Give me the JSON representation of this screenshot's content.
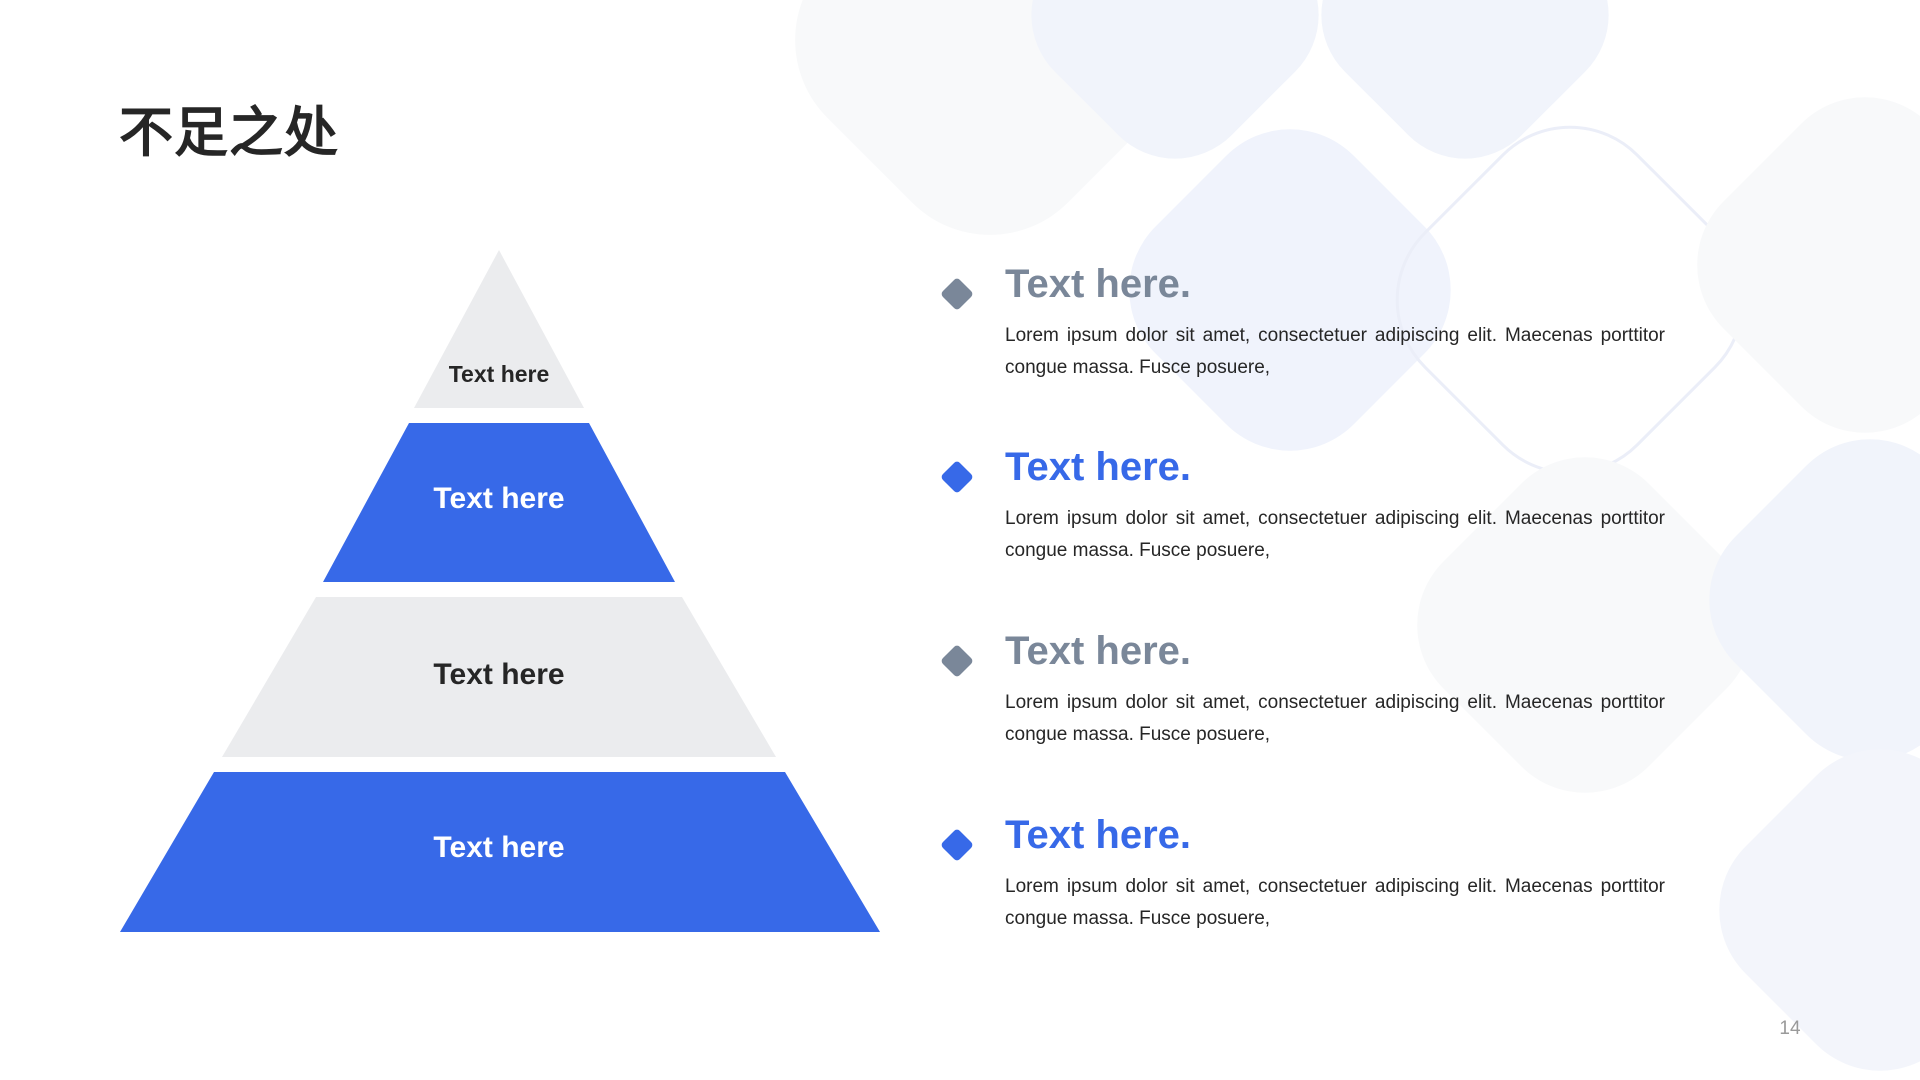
{
  "page": {
    "title": "不足之处",
    "page_number": "14"
  },
  "colors": {
    "accent_blue": "#3769E8",
    "muted_slate": "#7A8799",
    "light_gray": "#EBECEE",
    "dark_text": "#262626"
  },
  "pyramid": {
    "levels": [
      {
        "label": "Text here",
        "fill": "light_gray"
      },
      {
        "label": "Text here",
        "fill": "accent_blue"
      },
      {
        "label": "Text here",
        "fill": "light_gray"
      },
      {
        "label": "Text here",
        "fill": "accent_blue"
      }
    ]
  },
  "items": [
    {
      "title": "Text here.",
      "body": "Lorem ipsum dolor sit amet, consectetuer adipiscing elit. Maecenas porttitor congue massa. Fusce posuere,",
      "color": "muted_slate"
    },
    {
      "title": "Text here.",
      "body": "Lorem ipsum dolor sit amet, consectetuer adipiscing elit. Maecenas porttitor congue massa. Fusce posuere,",
      "color": "accent_blue"
    },
    {
      "title": "Text here.",
      "body": "Lorem ipsum dolor sit amet, consectetuer adipiscing elit. Maecenas porttitor congue massa. Fusce posuere,",
      "color": "muted_slate"
    },
    {
      "title": "Text here.",
      "body": "Lorem ipsum dolor sit amet, consectetuer adipiscing elit. Maecenas porttitor congue massa. Fusce posuere,",
      "color": "accent_blue"
    }
  ]
}
